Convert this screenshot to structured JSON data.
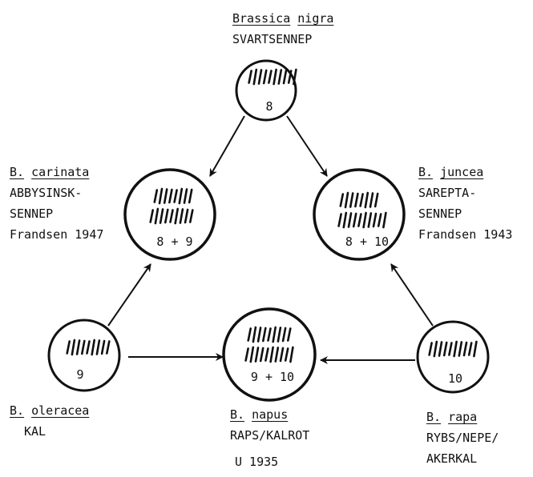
{
  "title": "",
  "nodes": {
    "nigra": {
      "genus": "Brassica",
      "species": "nigra",
      "common": [
        "SVARTSENNEP"
      ],
      "count": "8",
      "rows": [
        10
      ]
    },
    "carinata": {
      "genus": "B.",
      "species": "carinata",
      "common": [
        "ABBYSINSK-",
        "SENNEP",
        "Frandsen 1947"
      ],
      "count": "8 + 9",
      "rows": [
        8,
        9
      ]
    },
    "juncea": {
      "genus": "B.",
      "species": "juncea",
      "common": [
        "SAREPTA-",
        "SENNEP",
        "Frandsen 1943"
      ],
      "count": "8 + 10",
      "rows": [
        8,
        10
      ]
    },
    "oleracea": {
      "genus": "B.",
      "species": "oleracea",
      "common": [
        "KAL"
      ],
      "count": "9",
      "rows": [
        9
      ]
    },
    "napus": {
      "genus": "B.",
      "species": "napus",
      "common": [
        "RAPS/KALROT"
      ],
      "count": "9 + 10",
      "rows": [
        9,
        10
      ]
    },
    "rapa": {
      "genus": "B.",
      "species": "rapa",
      "common": [
        "RYBS/NEPE/",
        "AKERKAL"
      ],
      "count": "10",
      "rows": [
        10
      ]
    }
  },
  "footer": "U 1935",
  "colors": {
    "ink": "#111111",
    "paper": "#ffffff"
  }
}
